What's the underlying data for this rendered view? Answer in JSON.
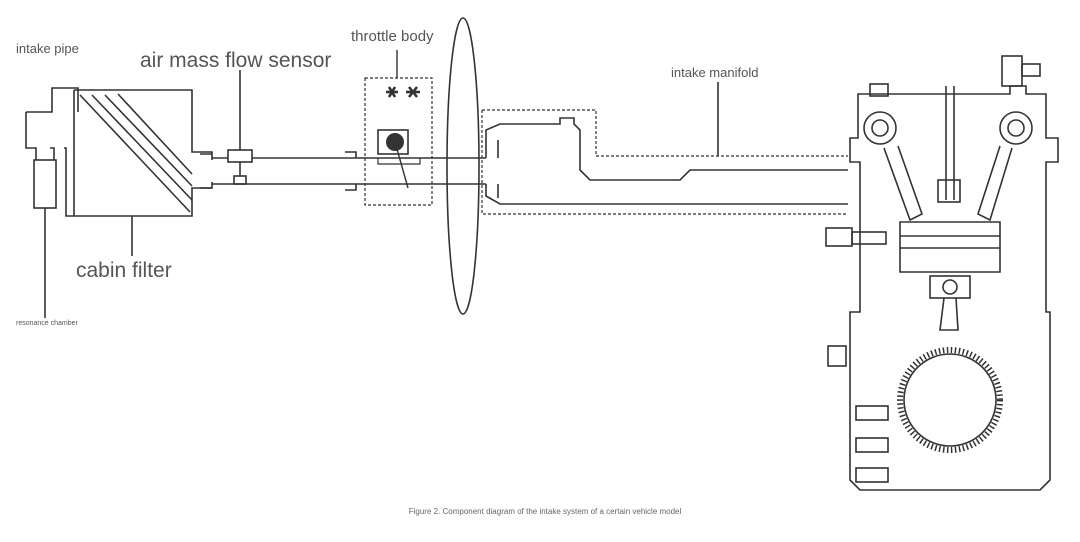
{
  "labels": {
    "intake_pipe": "intake pipe",
    "air_mass_flow_sensor": "air mass flow sensor",
    "throttle_body": "throttle body",
    "intake_manifold": "intake manifold",
    "cabin_filter": "cabin filter",
    "resonance_chamber": "resonance chamber"
  },
  "caption": "Figure 2. Component diagram of the intake system of a certain vehicle model",
  "colors": {
    "line": "#333333",
    "label": "#555555",
    "background": "#ffffff"
  },
  "icons": {
    "air_mass_flow_sensor": "air-mass-flow-sensor-icon",
    "throttle_valve": "throttle-valve-icon",
    "engine": "engine-block-icon",
    "flywheel": "flywheel-icon"
  }
}
